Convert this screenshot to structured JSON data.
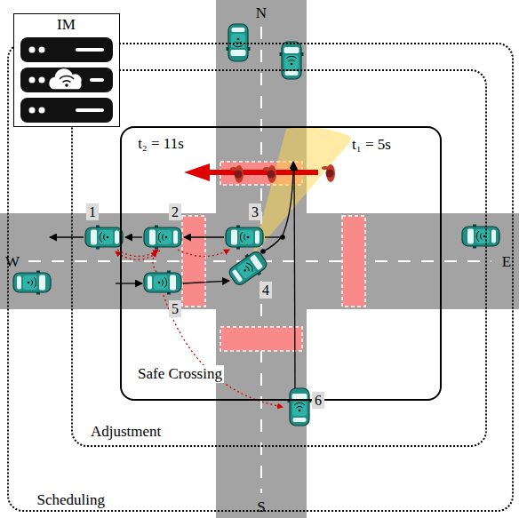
{
  "diagram": {
    "nodes": [
      {
        "text": [
          "IM"
        ]
      },
      {
        "text": [
          "Scheduling"
        ]
      },
      {
        "text": [
          "Adjustment"
        ],
        "in": 1
      },
      {
        "text": [
          "Safe Crossing"
        ],
        "in": 2
      }
    ],
    "labels": [
      "N",
      "t₂ = 11s",
      "t₁ = 5s",
      "1",
      "2",
      "3",
      "W",
      "E",
      "4",
      "5",
      "6",
      "S"
    ]
  }
}
